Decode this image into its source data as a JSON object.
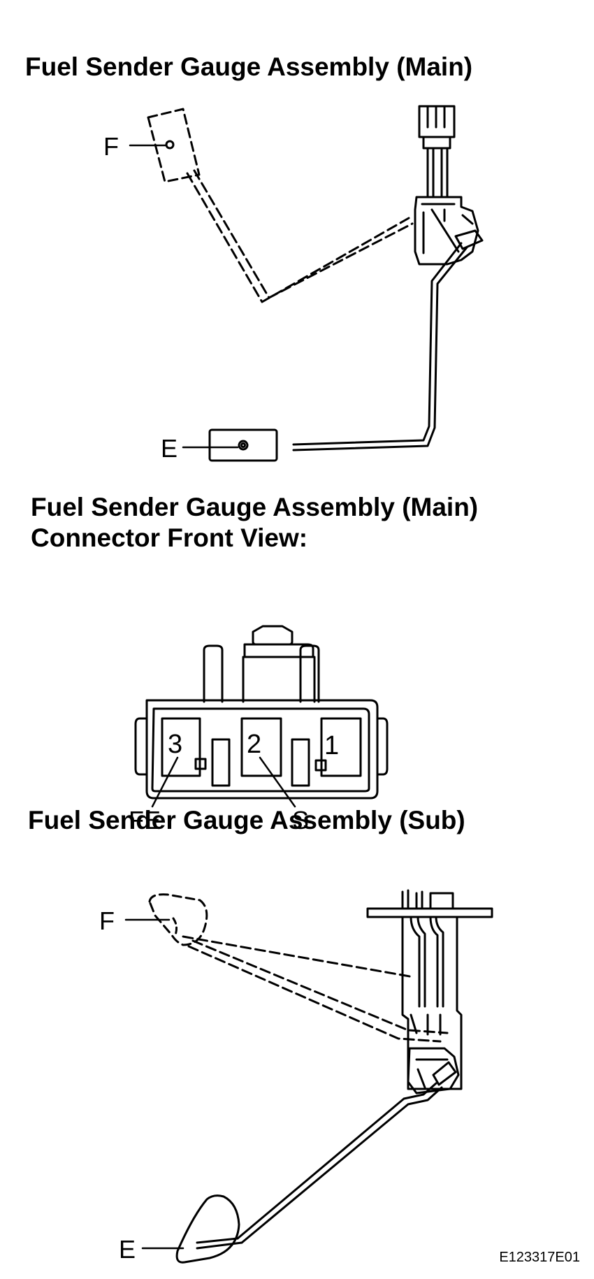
{
  "headings": {
    "main": "Fuel Sender Gauge Assembly (Main)",
    "connector_line1": "Fuel Sender Gauge Assembly (Main)",
    "connector_line2": "Connector Front View:",
    "sub": "Fuel Sender Gauge Assembly (Sub)"
  },
  "main_diagram": {
    "label_f": "F",
    "label_e": "E"
  },
  "connector": {
    "pins": [
      "3",
      "2",
      "1"
    ],
    "terminal_fe": "FE",
    "terminal_s": "S"
  },
  "sub_diagram": {
    "label_f": "F",
    "label_e": "E"
  },
  "figure_id": "E123317E01"
}
